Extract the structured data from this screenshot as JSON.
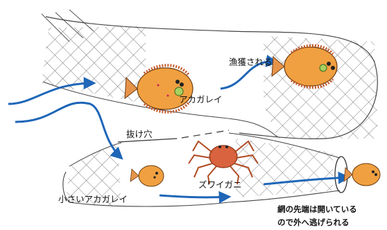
{
  "labels": {
    "caught": "漁獲される",
    "flounder": "アカガレイ",
    "escape_hole": "抜け穴",
    "small_flounder": "小さいアカガレイ",
    "snow_crab": "ズワイガニ",
    "note_line1": "網の先端は開いている",
    "note_line2": "ので外へ逃げられる"
  },
  "colors": {
    "arrow": "#1f66b8",
    "net": "#555555",
    "fish_body": "#f0a040",
    "crab": "#d9633e"
  },
  "icons": [
    "flounder-fish-icon",
    "snow-crab-icon",
    "water-flow-arrow-icon"
  ]
}
